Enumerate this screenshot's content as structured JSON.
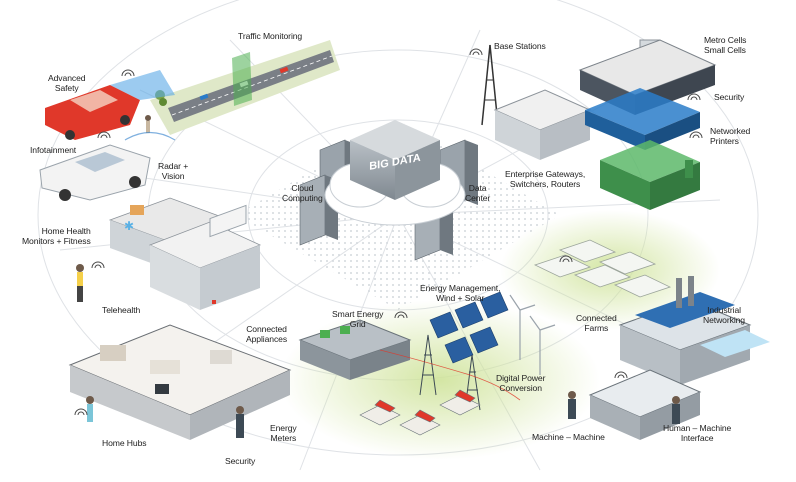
{
  "colors": {
    "network_line": "#d9dde3",
    "wifi": "#4a4a4a",
    "grass": "#c7df8e",
    "gray_block": "#9aa3ab",
    "dark_block": "#5d666e",
    "building_wall": "#e6e6e6",
    "road": "#6e7278",
    "blue_accent": "#2a7cc9",
    "red_accent": "#e0382a"
  },
  "center": {
    "big_data_text": "BIG DATA",
    "cloud_computing": "Cloud\nComputing",
    "data_center": "Data\nCenter"
  },
  "labels": {
    "traffic_monitoring": "Traffic Monitoring",
    "advanced_safety": "Advanced\nSafety",
    "infotainment": "Infotainment",
    "radar_vision": "Radar +\nVision",
    "home_health": "Home Health\nMonitors + Fitness",
    "telehealth": "Telehealth",
    "connected_appliances": "Connected\nAppliances",
    "home_hubs": "Home Hubs",
    "security_home": "Security",
    "energy_meters": "Energy\nMeters",
    "smart_energy_grid": "Smart Energy\nGrid",
    "energy_management": "Energy Management,\nWind + Solar",
    "digital_power": "Digital Power\nConversion",
    "machine_machine": "Machine – Machine",
    "human_machine": "Human – Machine\nInterface",
    "industrial_networking": "Industrial\nNetworking",
    "connected_farms": "Connected\nFarms",
    "enterprise_gateways": "Enterprise Gateways,\nSwitchers, Routers",
    "base_stations": "Base Stations",
    "metro_cells": "Metro Cells\nSmall Cells",
    "security_enterprise": "Security",
    "networked_printers": "Networked\nPrinters"
  }
}
